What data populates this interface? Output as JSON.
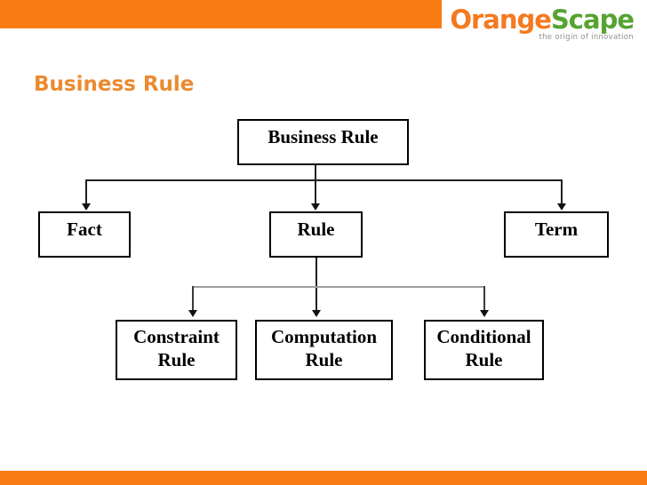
{
  "header": {
    "logo": {
      "text_orange": "Orange",
      "text_green": "Scape",
      "tagline": "the origin of innovation"
    }
  },
  "slide": {
    "title": "Business Rule"
  },
  "diagram": {
    "root": {
      "label": "Business Rule"
    },
    "children": [
      {
        "label": "Fact"
      },
      {
        "label": "Rule"
      },
      {
        "label": "Term"
      }
    ],
    "rule_children": [
      {
        "label": "Constraint Rule"
      },
      {
        "label": "Computation Rule"
      },
      {
        "label": "Conditional Rule"
      }
    ]
  },
  "colors": {
    "brand_orange": "#F97C13",
    "brand_green": "#57A331",
    "logo_orange": "#F4791F",
    "title_orange": "#EB8A2F",
    "tagline_gray": "#8F8F8F",
    "connector_black": "#1F1F1F",
    "connector_gray": "#9E9E9E",
    "box_border": "#000000"
  }
}
